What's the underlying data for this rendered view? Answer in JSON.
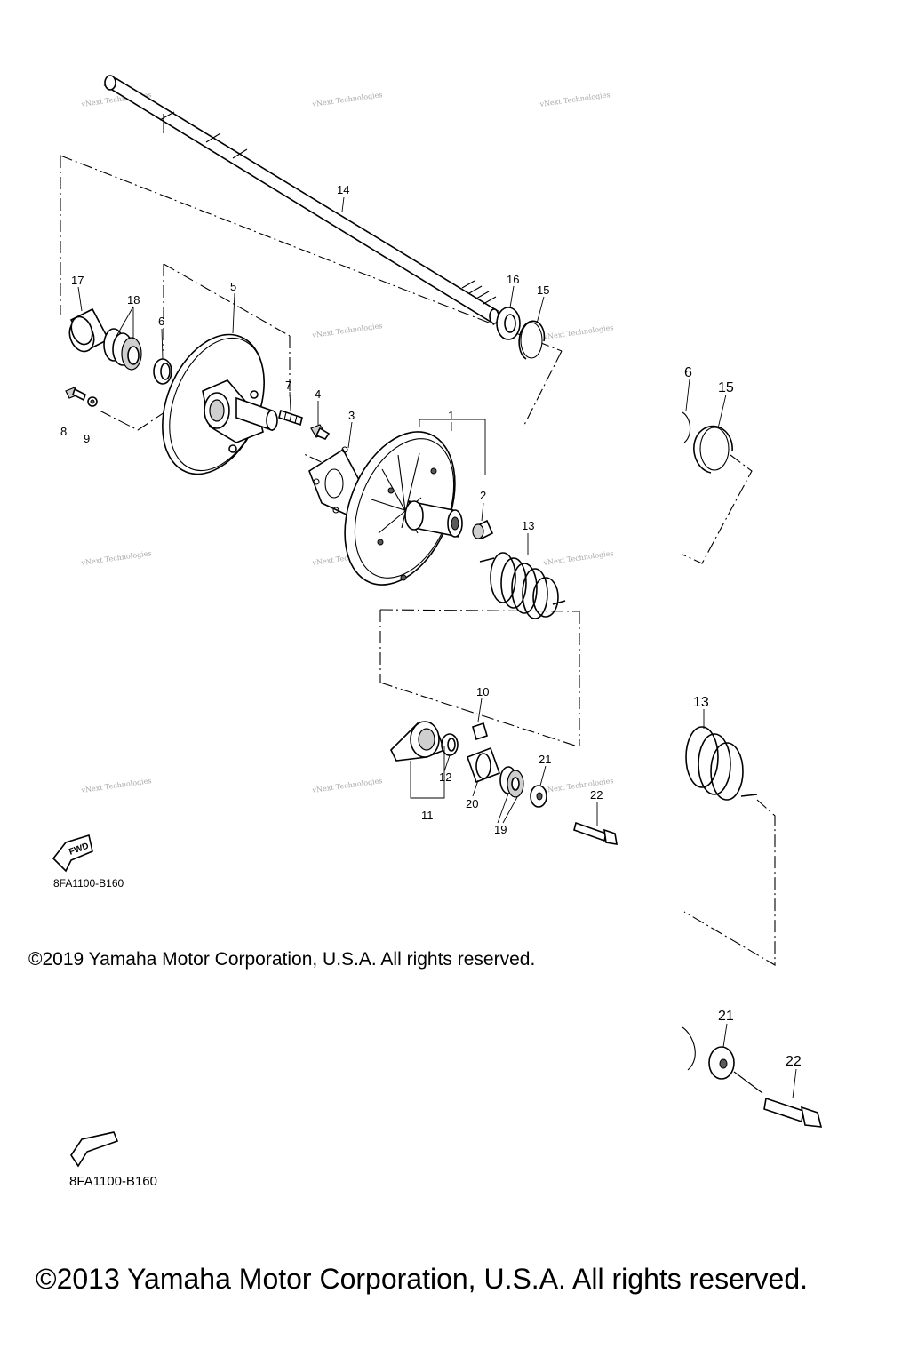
{
  "watermark": "vNext Technologies",
  "main_callouts": {
    "c1": "1",
    "c2": "2",
    "c3": "3",
    "c4": "4",
    "c5": "5",
    "c6": "6",
    "c7": "7",
    "c8": "8",
    "c9": "9",
    "c10": "10",
    "c11": "11",
    "c12": "12",
    "c13": "13",
    "c14": "14",
    "c15": "15",
    "c16": "16",
    "c17": "17",
    "c18": "18",
    "c19": "19",
    "c20": "20",
    "c21": "21",
    "c22": "22"
  },
  "side_callouts": {
    "s6": "6",
    "s15": "15",
    "s13": "13",
    "s21": "21",
    "s22": "22"
  },
  "fwd_label": "FWD",
  "diagram_code_upper": "8FA1100-B160",
  "diagram_code_lower": "8FA1100-B160",
  "copyright_upper": "©2019 Yamaha Motor Corporation, U.S.A. All rights reserved.",
  "copyright_lower": "©2013 Yamaha Motor Corporation, U.S.A. All rights reserved."
}
